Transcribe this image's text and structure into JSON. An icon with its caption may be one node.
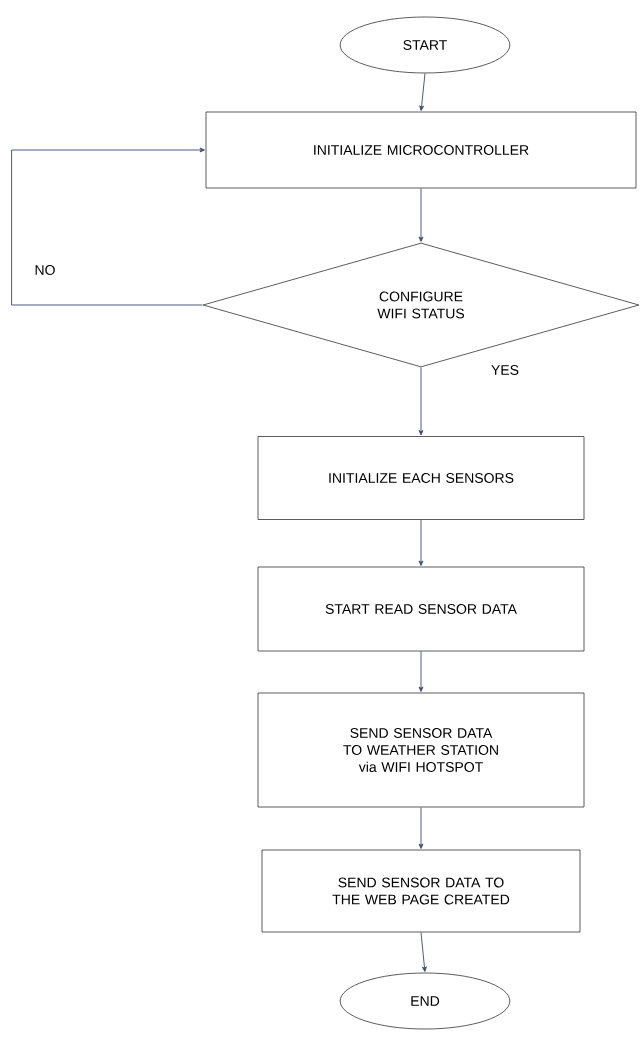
{
  "diagram": {
    "nodes": [
      {
        "text": [
          "START"
        ]
      },
      {
        "text": [
          "INITIALIZE MICROCONTROLLER"
        ]
      },
      {
        "text": [
          "CONFIGURE WIFI STATUS"
        ]
      },
      {
        "text": [
          "INITIALIZE EACH SENSORS"
        ]
      },
      {
        "text": [
          "START READ SENSOR DATA"
        ]
      },
      {
        "text": [
          "SEND SENSOR DATA TO WEATHER STATION via WIFI HOTSPOT"
        ]
      },
      {
        "text": [
          "SEND SENSOR DATA TO THE WEB PAGE CREATED"
        ]
      },
      {
        "text": [
          "END"
        ]
      }
    ],
    "edges": [
      {
        "from": 0,
        "to": 1,
        "arrow": "to"
      },
      {
        "from": 1,
        "to": 2,
        "arrow": "to"
      },
      {
        "from": 2,
        "to": 3,
        "arrow": "to",
        "label": "YES"
      },
      {
        "from": 2,
        "to": 1,
        "arrow": "to",
        "label": "NO"
      },
      {
        "from": 3,
        "to": 4,
        "arrow": "to"
      },
      {
        "from": 4,
        "to": 5,
        "arrow": "to"
      },
      {
        "from": 5,
        "to": 6,
        "arrow": "to"
      },
      {
        "from": 6,
        "to": 7,
        "arrow": "to"
      }
    ]
  }
}
